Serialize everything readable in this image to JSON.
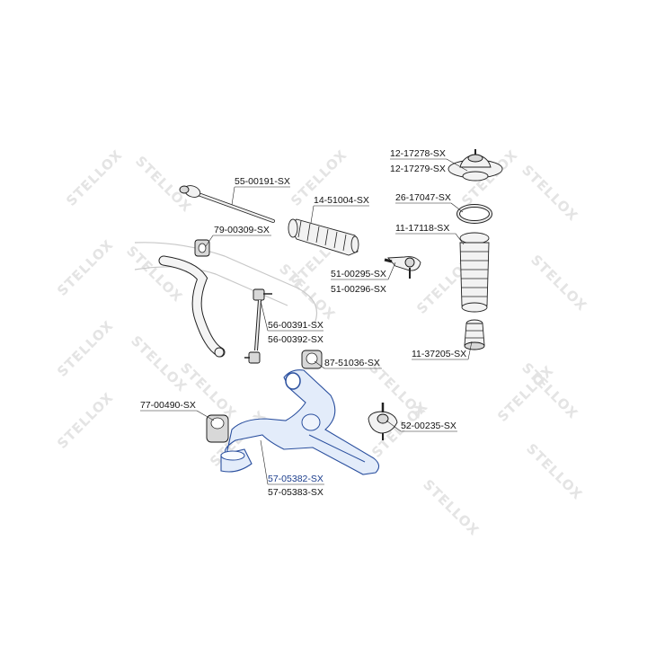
{
  "watermark": "STELLOX",
  "colors": {
    "highlight": "#2a4f9e",
    "label_highlight": "#1a3c8c",
    "watermark": "#e4e4e4",
    "line": "#222222"
  },
  "parts": {
    "p1": "12-17278-SX",
    "p2": "12-17279-SX",
    "p3": "55-00191-SX",
    "p4": "14-51004-SX",
    "p5": "26-17047-SX",
    "p6": "79-00309-SX",
    "p7": "11-17118-SX",
    "p8": "51-00295-SX",
    "p9": "51-00296-SX",
    "p10": "56-00391-SX",
    "p11": "56-00392-SX",
    "p12": "87-51036-SX",
    "p13": "11-37205-SX",
    "p14": "77-00490-SX",
    "p15": "52-00235-SX",
    "p16": "57-05382-SX",
    "p17": "57-05383-SX"
  }
}
